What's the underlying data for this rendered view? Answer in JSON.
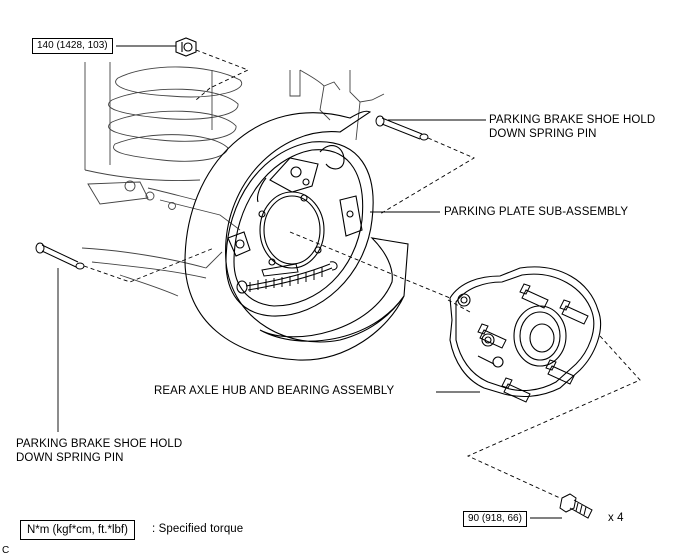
{
  "torque_top": {
    "value": "140 (1428, 103)"
  },
  "torque_bottom": {
    "value": "90 (918, 66)",
    "quantity": "x 4"
  },
  "labels": {
    "pin_right_line1": "PARKING BRAKE SHOE HOLD",
    "pin_right_line2": "DOWN SPRING PIN",
    "plate": "PARKING PLATE SUB-ASSEMBLY",
    "hub": "REAR AXLE HUB AND BEARING ASSEMBLY",
    "pin_left_line1": "PARKING BRAKE SHOE HOLD",
    "pin_left_line2": "DOWN SPRING PIN"
  },
  "legend": {
    "unit": "N*m (kgf*cm, ft.*lbf)",
    "text": ": Specified torque"
  },
  "corner_mark": "C"
}
